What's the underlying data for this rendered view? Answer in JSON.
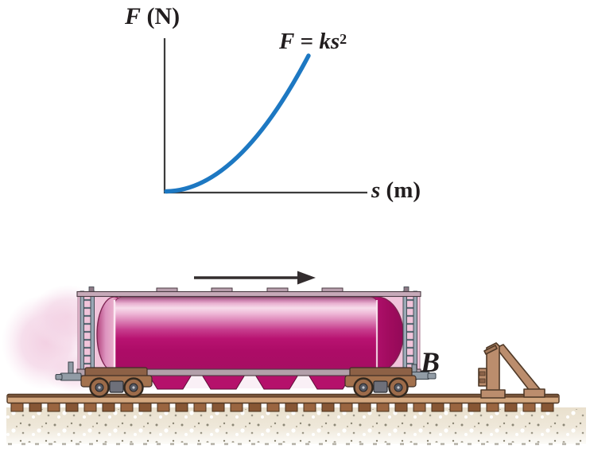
{
  "graph": {
    "y_label": {
      "symbol": "F",
      "unit": " (N)"
    },
    "x_label": {
      "symbol": "s",
      "unit": " (m)"
    },
    "equation": {
      "lhs": "F",
      "relation": " = ",
      "rhs": "ks",
      "exponent": "2"
    }
  },
  "scene": {
    "bumper_label": "B",
    "arrow_direction": "right"
  },
  "colors": {
    "curve_blue": "#1d78c2",
    "axis_gray": "#3b3b3b",
    "text": "#211d1e",
    "tank_dark_magenta": "#b30d68",
    "tank_highlight_pink": "#f7dcea",
    "car_panel_pink": "#f0c4da",
    "motion_blur_pink": "#f3cfe2",
    "ladder_gray": "#9aa8b5",
    "wheel_brown": "#9c6b4a",
    "rail_tan": "#d2a77f",
    "rail_top_brown": "#6d4a31",
    "tie_brown": "#9a6540",
    "ballast_beige": "#e9e0cd",
    "bumper_tan": "#bb8d6d"
  },
  "chart_data": {
    "type": "line",
    "title": "",
    "xlabel": "s (m)",
    "ylabel": "F (N)",
    "series": [
      {
        "name": "F = ks2",
        "equation": "F = k*s^2",
        "shape": "quadratic curve increasing from origin, concave up",
        "x_range_normalized": [
          0,
          1
        ],
        "y_range_normalized": [
          0,
          1
        ]
      }
    ],
    "axis_ticks_shown": false,
    "grid": false,
    "legend": false,
    "curve_color": "#1d78c2"
  }
}
